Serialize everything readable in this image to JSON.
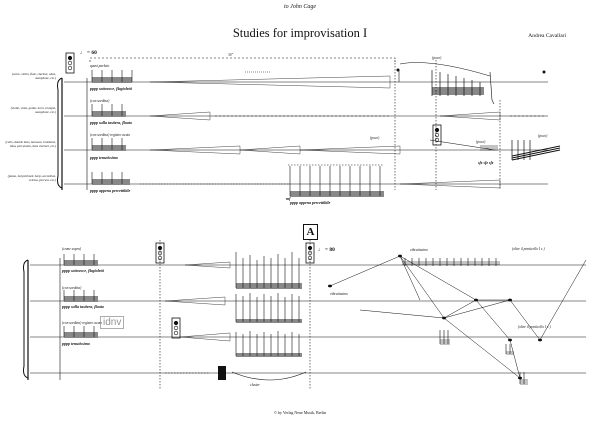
{
  "header": {
    "dedication": "to John Cage",
    "title": "Studies for improvisation I",
    "composer": "Andrea Cavallari"
  },
  "system1": {
    "tempo": "♩ = 60",
    "duration": "30\"",
    "instruments": [
      "(voice, violin, flute, clarinet, oboe, saxophone, etc.)",
      "(violin, viola, guitar, horn, trumpet, saxophone, etc.)",
      "(cello, double bass, bassoon, trombone, tuba, percussion, bass clarinet, etc.)",
      "(piano, harpsichord, harp, accordion, celesta, percuss. etc.)"
    ],
    "annotations": {
      "s1_mark": "quasi parlato",
      "s1_dyn": "pppp sottovoce, flagioletti",
      "s2_mark": "(con sordina)",
      "s2_dyn": "pppp sulla tastiera, flauto",
      "s3_mark": "(con sordina) registro acuto",
      "s3_dyn": "pppp tenutissimo",
      "s4_dyn": "pppp appena percettibile",
      "s4_dyn2": "pppp appena percettibile",
      "poco1": "(poco)",
      "poco2": "(poco)",
      "poco3": "(poco)",
      "poco4": "(poco)",
      "sfz1": "sfz sfz sfz",
      "mf": "mf"
    }
  },
  "system2": {
    "section": "A",
    "tempo": "♩ = 80",
    "annotations": {
      "s1_mark": "(come sopra)",
      "s1_dyn": "pppp sottovoce, flagioletti",
      "s2_mark": "(con sordina)",
      "s2_dyn": "pppp sulla tastiera, flauto",
      "s3_mark": "(con sordina) registro acuto",
      "s3_dyn": "pppp tenutissimo",
      "vibrato_top": "vibratissimo",
      "vibrato_left": "vibratissimo",
      "ponticello1": "(oltre il ponticello I c.)",
      "ponticello2": "(oltre il ponticello I c.)",
      "cluster": "cluster"
    }
  },
  "watermark": "idnv",
  "footer": "© by Verlag Neue Musik, Berlin"
}
